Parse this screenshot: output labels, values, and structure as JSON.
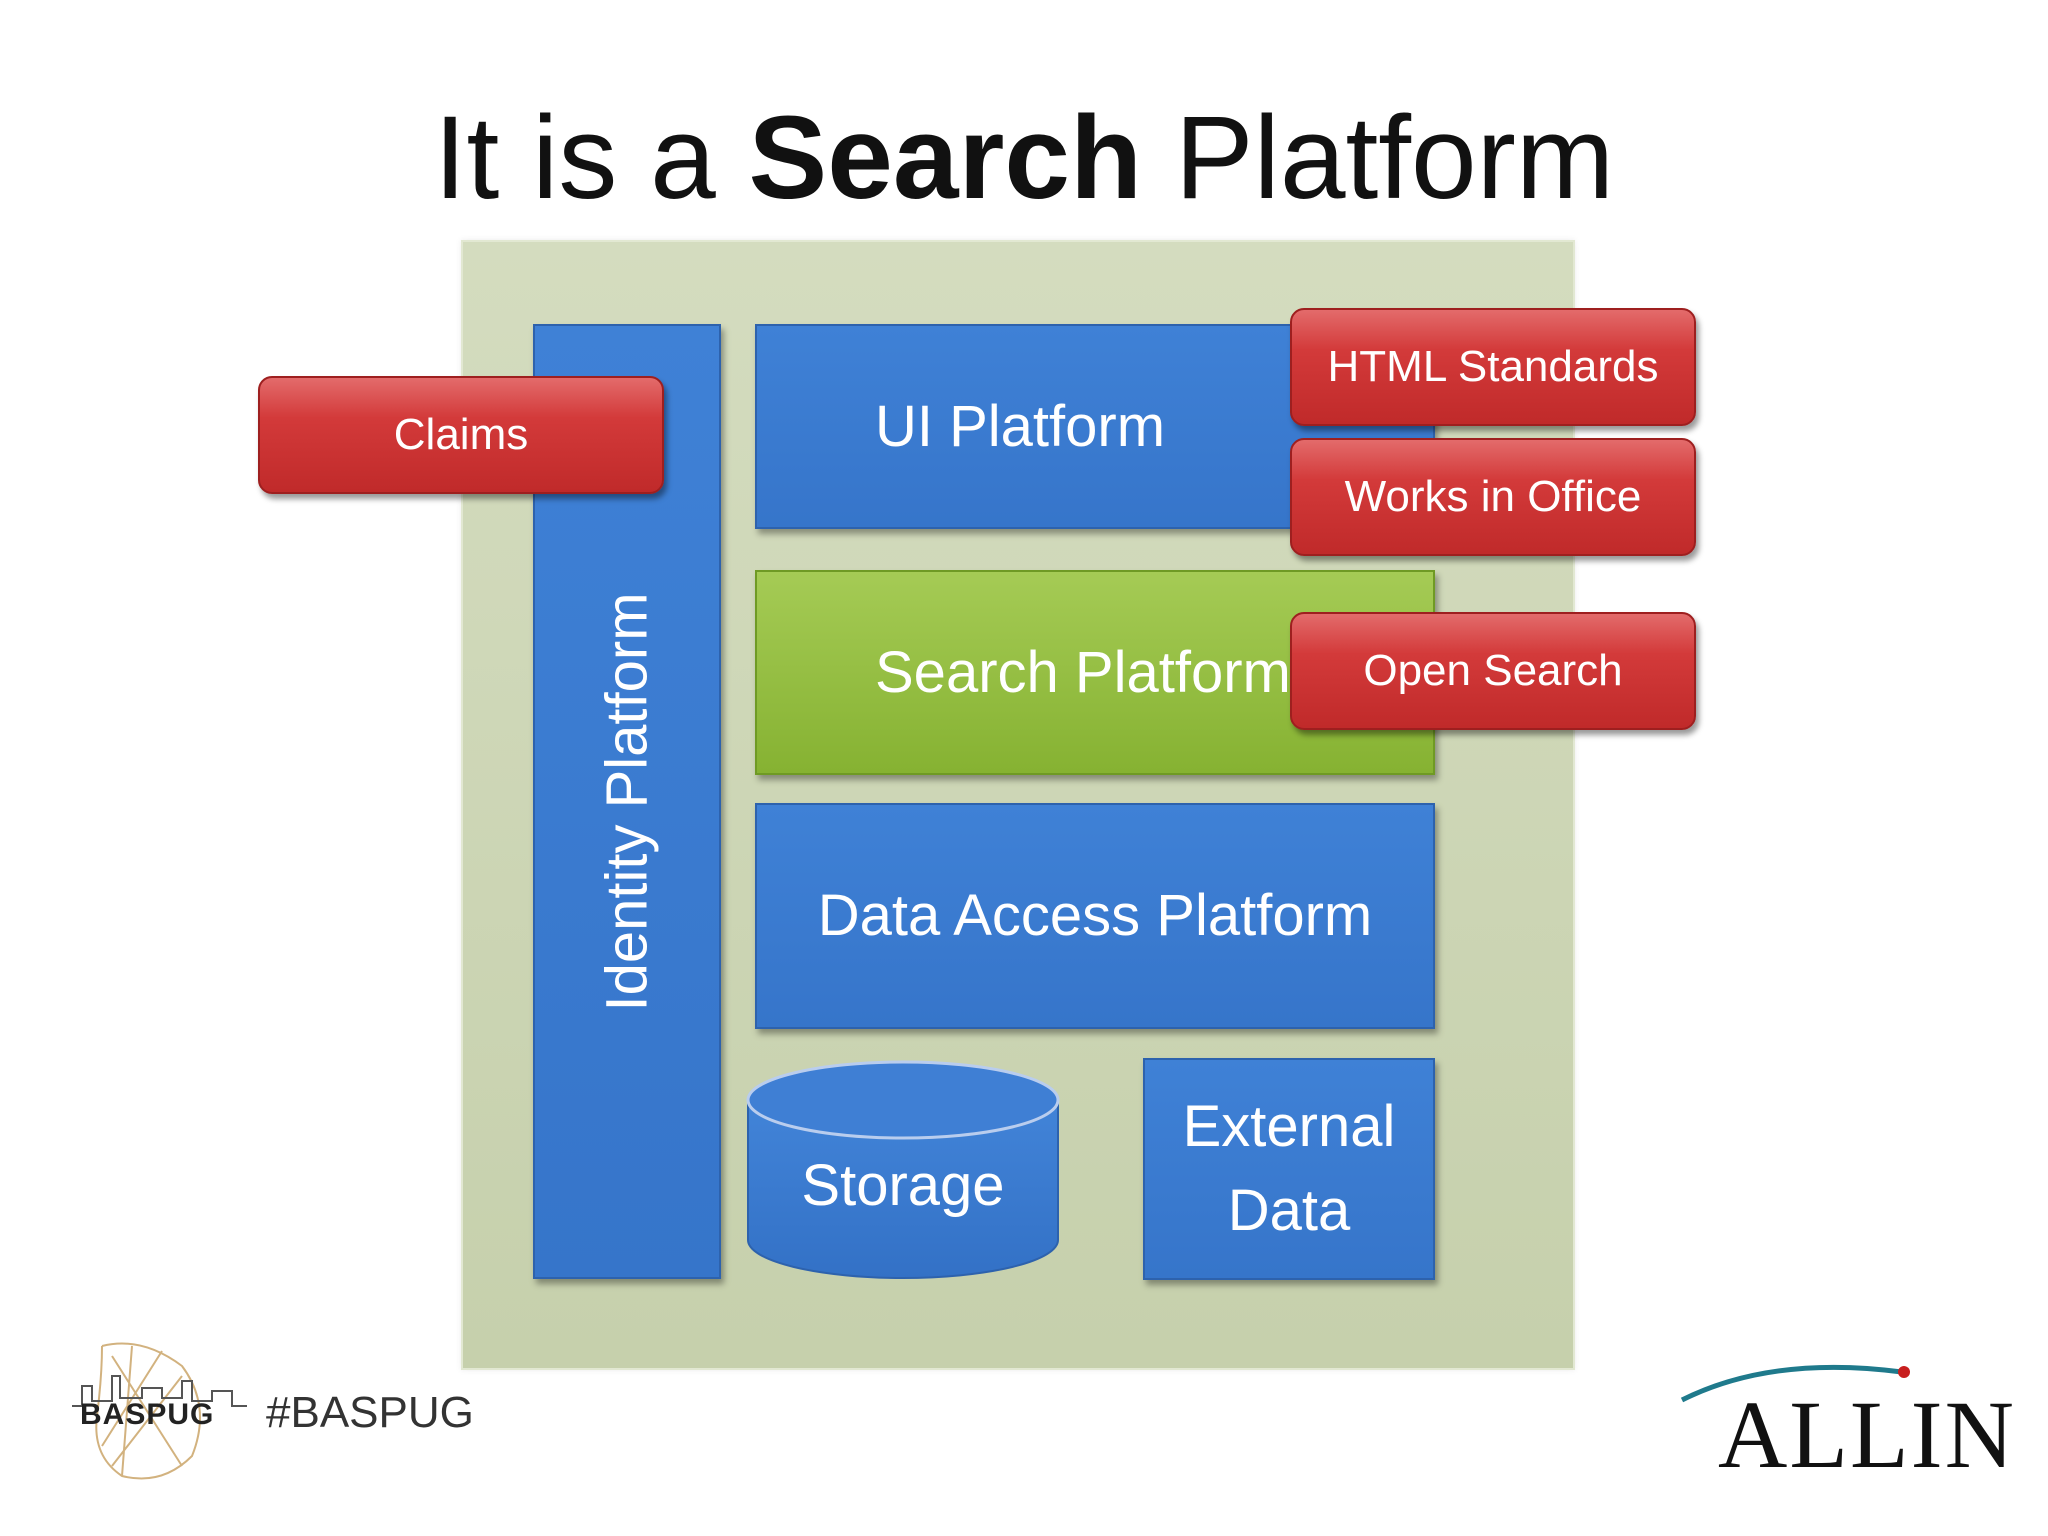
{
  "slide": {
    "title_prefix": "It is a ",
    "title_bold": "Search",
    "title_suffix": " Platform"
  },
  "diagram": {
    "identity_platform": "Identity Platform",
    "ui_platform": "UI Platform",
    "search_platform": "Search Platform",
    "data_access_platform": "Data Access Platform",
    "storage": "Storage",
    "external_data_line1": "External",
    "external_data_line2": "Data",
    "callouts": {
      "claims": "Claims",
      "html_standards": "HTML Standards",
      "works_in_office": "Works in Office",
      "open_search": "Open Search"
    },
    "colors": {
      "blue": "#3a7bd5",
      "green": "#96c146",
      "red": "#c9302c",
      "frame": "#cbd4b4"
    }
  },
  "footer": {
    "logo_text": "BASPUG",
    "hashtag": "#BASPUG",
    "company_logo": "ALLIN"
  }
}
